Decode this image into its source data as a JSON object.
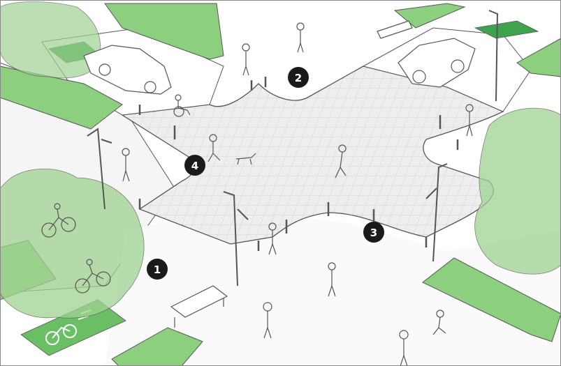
{
  "diagram": {
    "markers": [
      {
        "id": "1",
        "label": "1",
        "topic": "corner-sidewalk"
      },
      {
        "id": "2",
        "label": "2",
        "topic": "far-corner"
      },
      {
        "id": "3",
        "label": "3",
        "topic": "curb-extension"
      },
      {
        "id": "4",
        "label": "4",
        "topic": "pedestrian-crossing"
      }
    ]
  },
  "colors": {
    "background": "#ffffff",
    "planting": "#8ccf7e",
    "planting_dark": "#4fa84a",
    "tree_canopy": "#9fd292",
    "pavement": "#eeeeee",
    "pavement_grid": "#c9c9c9",
    "curb_line": "#555555",
    "marker": "#1a1a1a",
    "bike_lane": "#3fa34d"
  },
  "icons": [
    "tree-icon",
    "bench-icon",
    "street-lamp-icon",
    "bollard-icon",
    "car-icon",
    "pedestrian-icon",
    "cyclist-icon",
    "wheelchair-user-icon",
    "dog-icon",
    "bike-lane-symbol-icon"
  ]
}
